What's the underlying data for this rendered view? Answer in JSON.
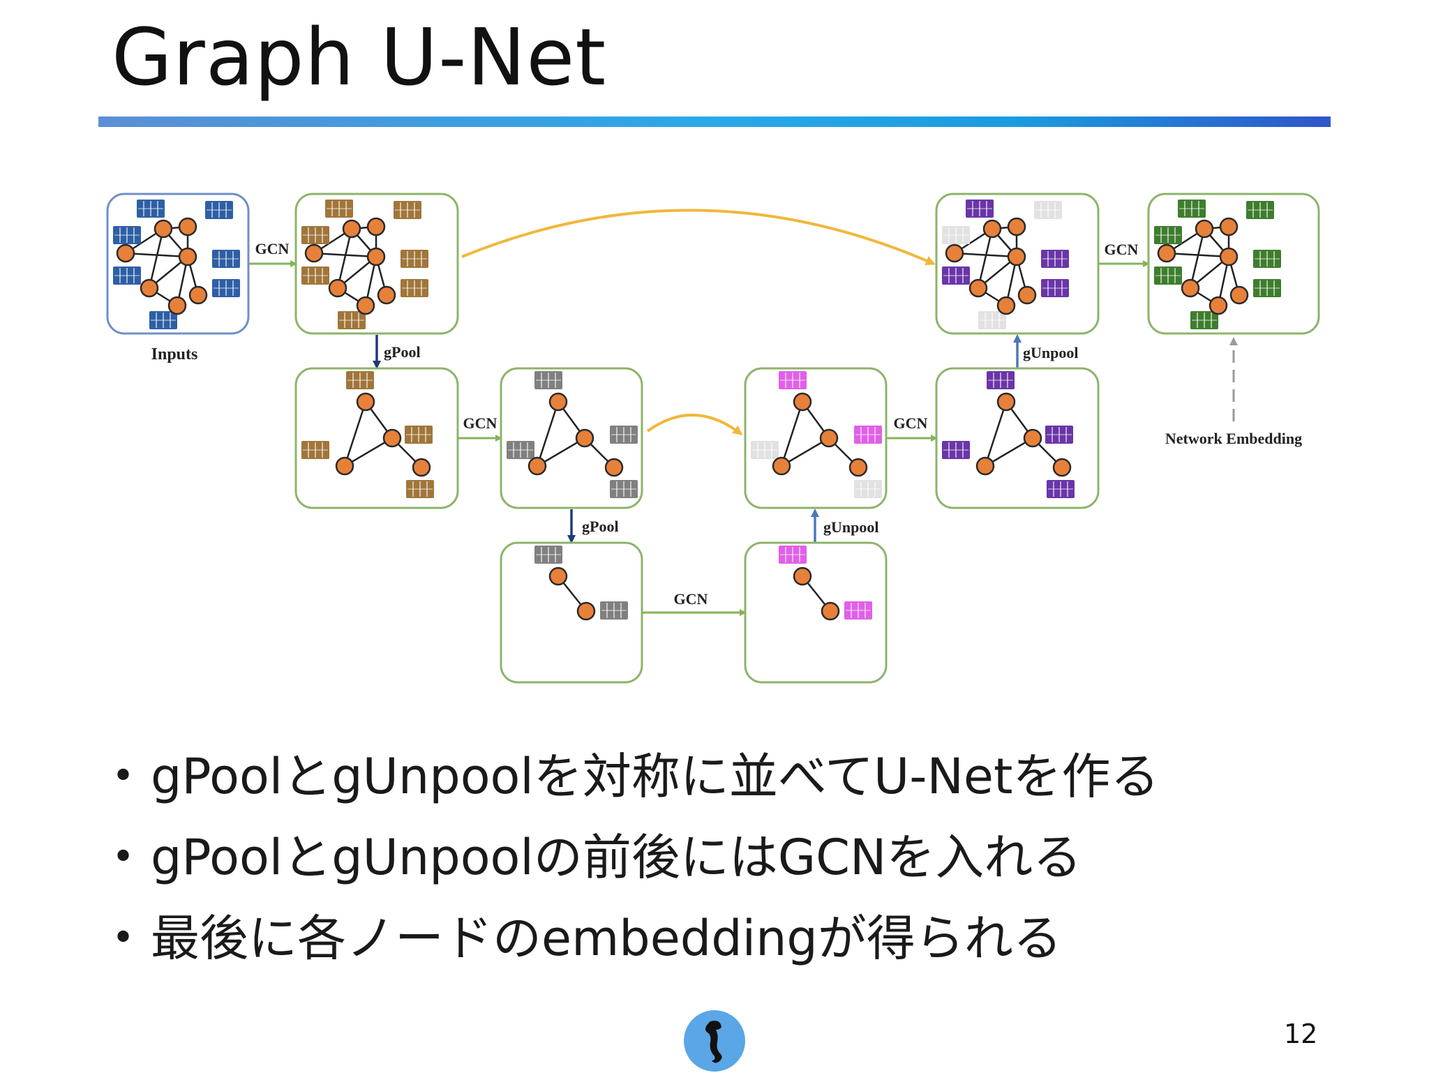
{
  "slide": {
    "title": "Graph U-Net",
    "page_number": "12"
  },
  "diagram": {
    "inputs_label": "Inputs",
    "network_embedding_label": "Network Embedding",
    "gcn_label": "GCN",
    "gpool_label": "gPool",
    "gunpool_label": "gUnpool",
    "colors": {
      "node_fill": "#e7813a",
      "node_stroke": "#2a2a2a",
      "input_features": "#2e5fa5",
      "level1_features": "#a0763a",
      "level2_features": "#808080",
      "unpooled_level2_features": "#e060e8",
      "unpooled_level1_features": "#6a35a8",
      "output_features": "#3e7d2e",
      "empty_features": "#e2e2e2",
      "box_border": "#8cb46a",
      "input_box_border": "#6f8fc9",
      "gcn_arrow": "#86b35a",
      "pool_arrow": "#1f3a77",
      "unpool_arrow": "#4a78b8",
      "skip_connection": "#f1b73c"
    }
  },
  "bullets": [
    "gPoolとgUnpoolを対称に並べてU-Netを作る",
    "gPoolとgUnpoolの前後にはGCNを入れる",
    "最後に各ノードのembeddingが得られる"
  ]
}
